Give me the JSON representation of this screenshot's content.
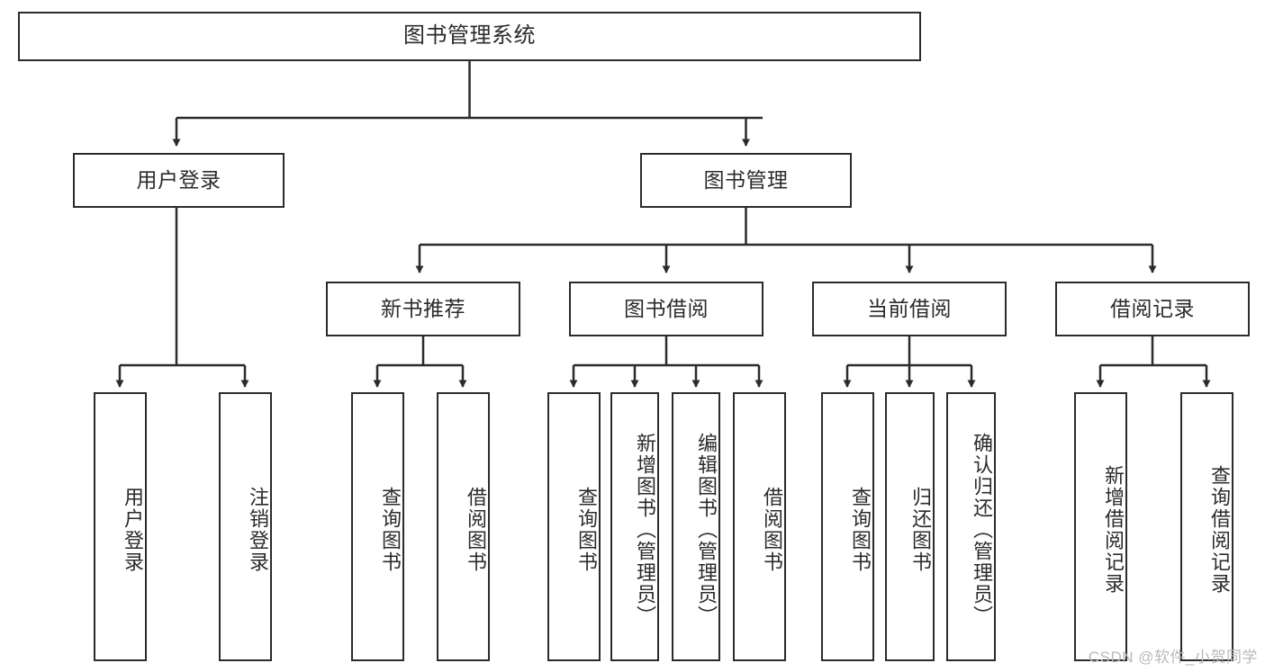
{
  "diagram": {
    "title": "图书管理系统",
    "type": "tree-hierarchy-diagram",
    "watermark": "CSDN @软件_小贺同学",
    "colors": {
      "stroke": "#2b2b2b",
      "fill": "#ffffff",
      "text": "#2b2b2b",
      "watermark": "#b9b9b9"
    },
    "nodes": {
      "root": {
        "label": "图书管理系统"
      },
      "level2": [
        {
          "label": "用户登录"
        },
        {
          "label": "图书管理"
        }
      ],
      "level3": [
        {
          "label": "新书推荐"
        },
        {
          "label": "图书借阅"
        },
        {
          "label": "当前借阅"
        },
        {
          "label": "借阅记录"
        }
      ],
      "leaves": {
        "user_login": [
          {
            "label": "用户登录"
          },
          {
            "label": "注销登录"
          }
        ],
        "new_book_recommend": [
          {
            "label": "查询图书"
          },
          {
            "label": "借阅图书"
          }
        ],
        "book_borrow": [
          {
            "label": "查询图书"
          },
          {
            "label": "新增图书（管理员）"
          },
          {
            "label": "编辑图书（管理员）"
          },
          {
            "label": "借阅图书"
          }
        ],
        "current_borrow": [
          {
            "label": "查询图书"
          },
          {
            "label": "归还图书"
          },
          {
            "label": "确认归还（管理员）"
          }
        ],
        "borrow_record": [
          {
            "label": "新增借阅记录"
          },
          {
            "label": "查询借阅记录"
          }
        ]
      }
    }
  }
}
